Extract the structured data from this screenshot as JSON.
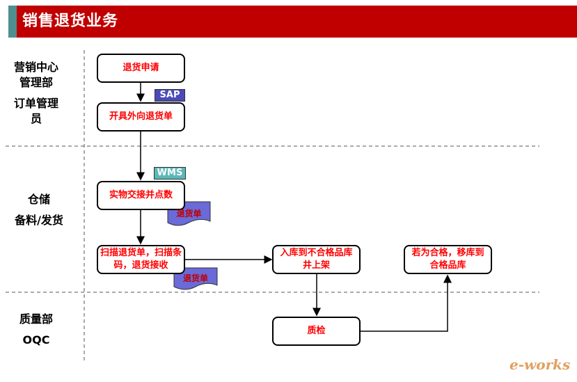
{
  "title": "销售退货业务",
  "lanes": [
    {
      "line1": "营销中心",
      "line2": "管理部"
    },
    {
      "line1": "订单管理",
      "line2": "员"
    },
    {
      "line1": "仓储",
      "line2": "备料/发货"
    },
    {
      "line1": "质量部",
      "line2": "OQC"
    }
  ],
  "steps": {
    "apply": "退货申请",
    "issue_order": "开具外向退货单",
    "handover": "实物交接并点数",
    "scan": "扫描退货单，扫描条码，退货接收",
    "inbound": "入库到不合格品库井上架",
    "qc": "质检",
    "move": "若为合格，移库到合格品库"
  },
  "systems": {
    "sap": "SAP",
    "wms": "WMS"
  },
  "documents": {
    "doc1": "退货单",
    "doc2": "退货单"
  },
  "colors": {
    "title_bg": "#c00000",
    "sap_tag": "#4a4ab8",
    "wms_tag": "#5bb8b8",
    "document_fill": "#6a6ad8",
    "step_text": "#ff0000"
  },
  "logo": "e-works"
}
